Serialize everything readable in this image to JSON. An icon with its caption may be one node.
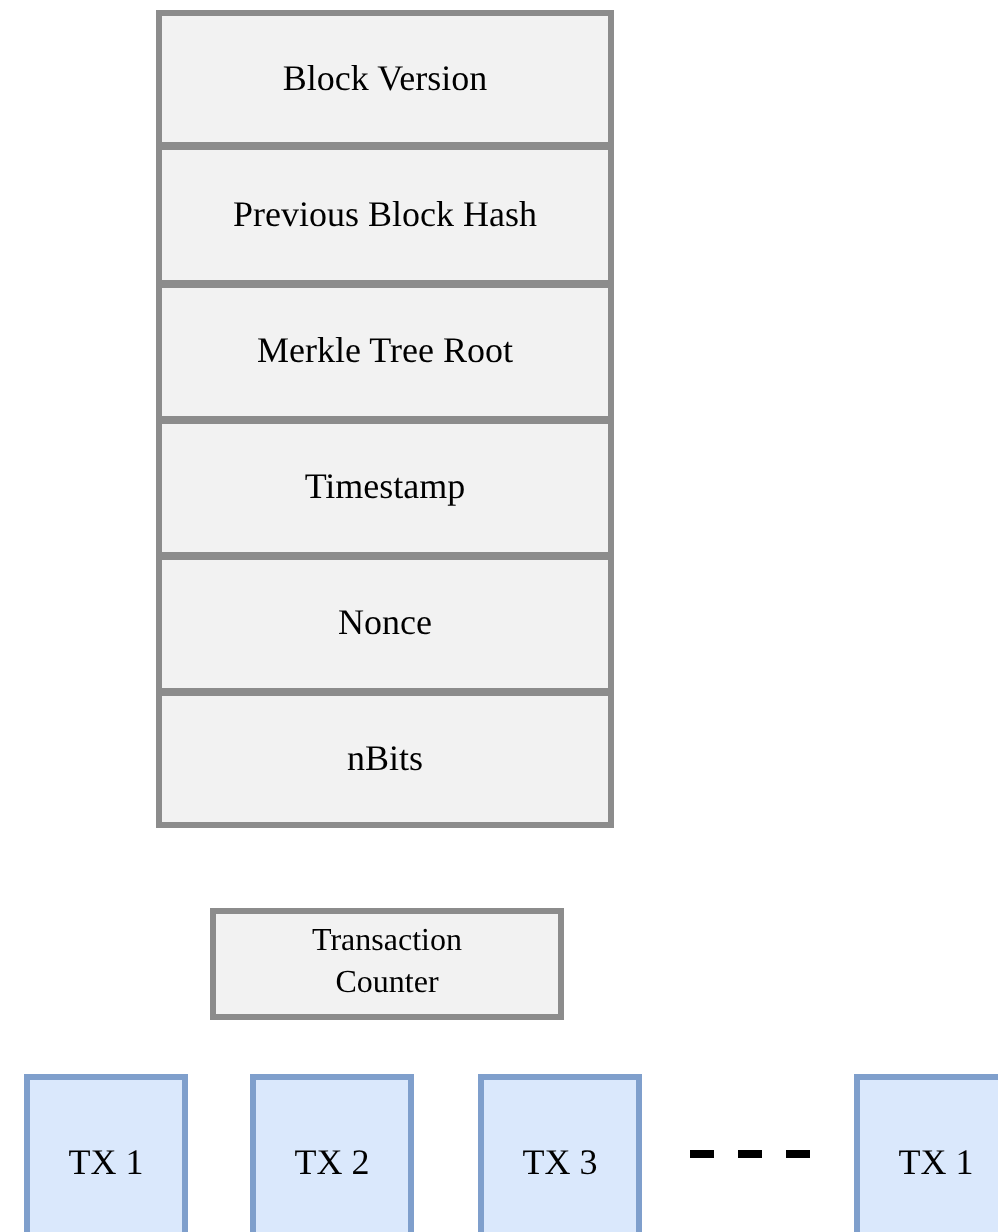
{
  "diagram": {
    "nodes": [
      {
        "text": [
          "Block Version"
        ]
      },
      {
        "text": [
          "Previous Block Hash"
        ]
      },
      {
        "text": [
          "Merkle Tree Root"
        ]
      },
      {
        "text": [
          "Timestamp"
        ]
      },
      {
        "text": [
          "Nonce"
        ]
      },
      {
        "text": [
          "nBits"
        ]
      },
      {
        "text": [
          "Transaction Counter"
        ]
      },
      {
        "text": [
          "TX 1"
        ]
      },
      {
        "text": [
          "TX 2"
        ]
      },
      {
        "text": [
          "TX 3"
        ]
      },
      {
        "text": [
          "TX 1"
        ]
      }
    ],
    "edges": [
      {
        "from": 9,
        "to": 10,
        "arrow": "none",
        "style": "dashed"
      }
    ]
  }
}
